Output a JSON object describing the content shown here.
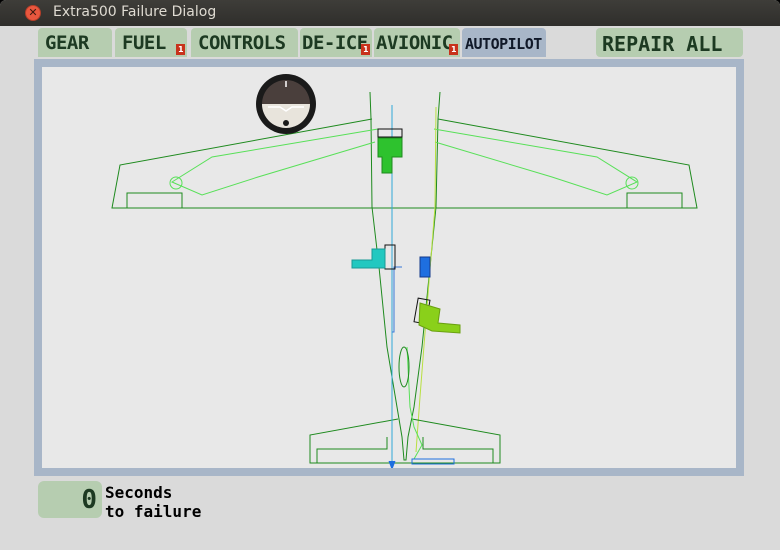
{
  "window": {
    "title": "Extra500 Failure Dialog",
    "close_icon": "close-icon"
  },
  "tabs": [
    {
      "label": "GEAR",
      "badge": ""
    },
    {
      "label": "FUEL",
      "badge": "1"
    },
    {
      "label": "CONTROLS",
      "badge": ""
    },
    {
      "label": "DE-ICE",
      "badge": "1"
    },
    {
      "label": "AVIONIC",
      "badge": "1"
    },
    {
      "label": "AUTOPILOT",
      "badge": "",
      "active": true
    }
  ],
  "repair_all_label": "REPAIR ALL",
  "diagram": {
    "components": [
      "attitude-indicator-icon",
      "servo-green-icon",
      "servo-cyan-icon",
      "servo-lime-icon",
      "autopilot-computer-icon"
    ],
    "colors": {
      "servo_green": "#2ec22e",
      "servo_cyan": "#22c8c0",
      "servo_lime": "#8ad01a",
      "computer_blue": "#1e6fe0",
      "outline": "#1e8a1e"
    }
  },
  "timer": {
    "value": "0",
    "label": "Seconds\nto failure"
  }
}
